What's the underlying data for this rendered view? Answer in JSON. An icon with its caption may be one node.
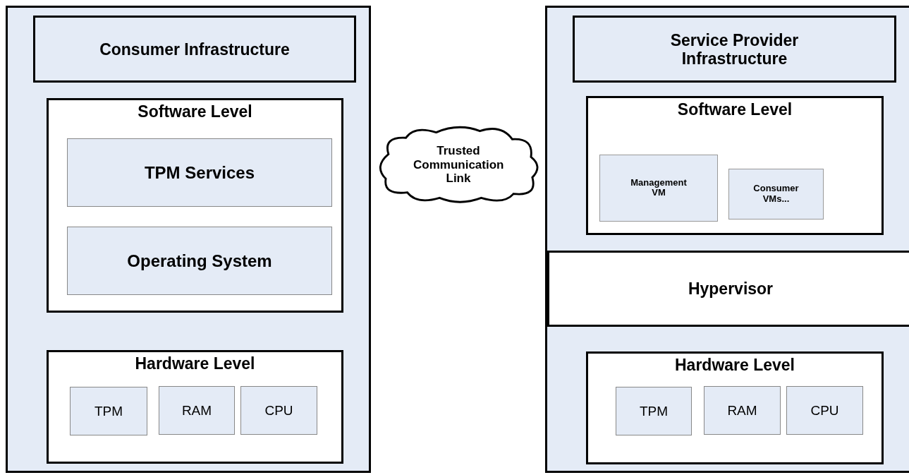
{
  "diagram": {
    "nodes": [
      {
        "text": [],
        "shape": "box"
      },
      {
        "text": [
          "Consumer Infrastructure"
        ],
        "in": 0
      },
      {
        "text": [
          "Software Level"
        ],
        "in": 0
      },
      {
        "text": [
          "TPM Services"
        ],
        "in": 2
      },
      {
        "text": [
          "Operating System"
        ],
        "in": 2
      },
      {
        "text": [
          "Hardware Level"
        ],
        "in": 0
      },
      {
        "text": [
          "TPM"
        ],
        "in": 5
      },
      {
        "text": [
          "RAM"
        ],
        "in": 5
      },
      {
        "text": [
          "CPU"
        ],
        "in": 5
      },
      {
        "text": [
          "Trusted Communication Link"
        ]
      },
      {
        "text": [],
        "shape": "box"
      },
      {
        "text": [
          "Service Provider Infrastructure"
        ],
        "in": 10
      },
      {
        "text": [
          "Software Level"
        ],
        "in": 10
      },
      {
        "text": [
          "Management VM"
        ],
        "in": 12
      },
      {
        "text": [
          "Consumer VMs..."
        ],
        "in": 12
      },
      {
        "text": [
          "Hypervisor"
        ],
        "in": 10
      },
      {
        "text": [
          "Hardware Level"
        ],
        "in": 10
      },
      {
        "text": [
          "TPM"
        ],
        "in": 16
      },
      {
        "text": [
          "RAM"
        ],
        "in": 16
      },
      {
        "text": [
          "CPU"
        ],
        "in": 16
      }
    ],
    "edges": []
  }
}
